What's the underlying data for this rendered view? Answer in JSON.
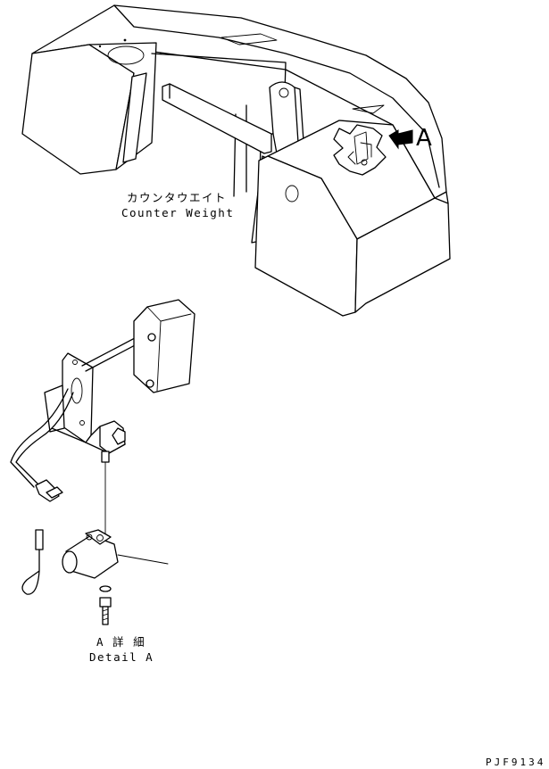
{
  "labels": {
    "counterweight_jp": "カウンタウエイト",
    "counterweight_en": "Counter Weight",
    "view_marker": "A",
    "detail_jp": "A 詳 細",
    "detail_en": "Detail A",
    "drawing_id": "PJF9134"
  }
}
